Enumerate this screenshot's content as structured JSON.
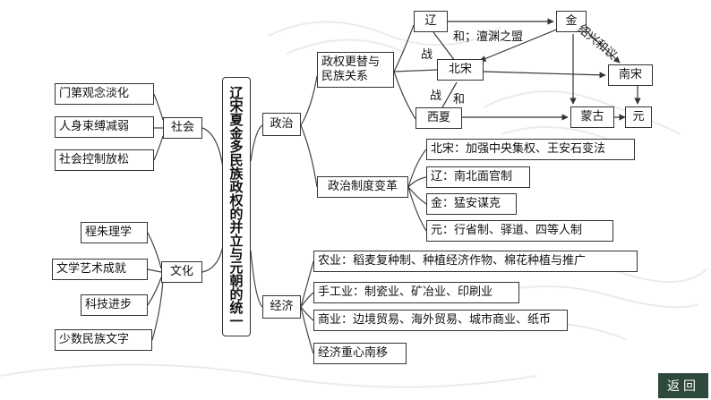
{
  "title": "辽宋夏金多民族政权的并立与元朝的统一",
  "society": {
    "label": "社会",
    "items": [
      "门第观念淡化",
      "人身束缚减弱",
      "社会控制放松"
    ]
  },
  "culture": {
    "label": "文化",
    "items": [
      "程朱理学",
      "文学艺术成就",
      "科技进步",
      "少数民族文字"
    ]
  },
  "politics": {
    "label": "政治",
    "relations": {
      "label": "政权更替与民族关系",
      "liao": "辽",
      "jin": "金",
      "bei_song": "北宋",
      "nan_song": "南宋",
      "xi_xia": "西夏",
      "menggu": "蒙古",
      "yuan": "元",
      "he_chanyuan": "和；澶渊之盟",
      "zhan_1": "战",
      "zhan_2": "战",
      "he_2": "和",
      "shaoxing": "绍兴和议"
    },
    "system": {
      "label": "政治制度变革",
      "items": [
        "北宋：加强中央集权、王安石变法",
        "辽：南北面官制",
        "金：猛安谋克",
        "元：行省制、驿道、四等人制"
      ]
    }
  },
  "economy": {
    "label": "经济",
    "items": [
      "农业：稻麦复种制、种植经济作物、棉花种植与推广",
      "手工业：制瓷业、矿冶业、印刷业",
      "商业：边境贸易、海外贸易、城市商业、纸币",
      "经济重心南移"
    ]
  },
  "nav": {
    "back": "返回"
  }
}
